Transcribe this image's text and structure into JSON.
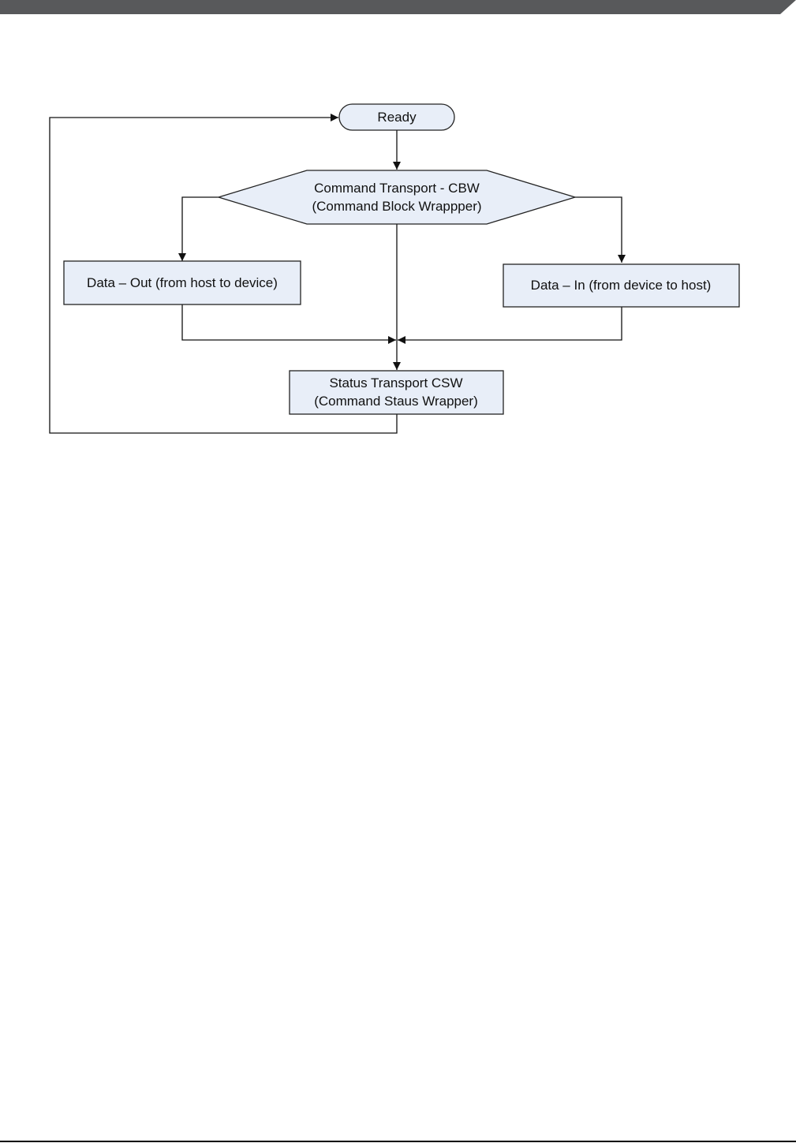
{
  "colors": {
    "header_bar": "#58595b",
    "node_fill": "#e8eef8",
    "node_stroke": "#222222",
    "connector": "#111111"
  },
  "diagram": {
    "ready": "Ready",
    "command_transport": {
      "line1": "Command Transport - CBW",
      "line2": "(Command Block Wrappper)"
    },
    "data_out": "Data – Out (from host to device)",
    "data_in": "Data – In (from device to host)",
    "status_transport": {
      "line1": "Status Transport CSW",
      "line2": "(Command Staus Wrapper)"
    }
  }
}
